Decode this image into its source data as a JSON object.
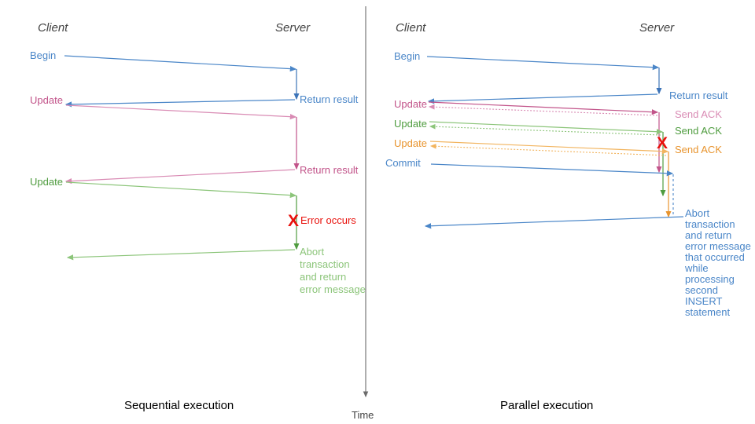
{
  "figure": {
    "background": "#ffffff",
    "divider_color": "#6b6b6b",
    "time_axis": {
      "label": "Time",
      "color": "#6b6b6b"
    }
  },
  "colors": {
    "blue": "#4a86c8",
    "blue_dark": "#3d74b8",
    "pink": "#c2548a",
    "pink_light": "#d98bb4",
    "green": "#4f9c3f",
    "green_light": "#8cc57a",
    "orange": "#e8942e",
    "orange_light": "#f2b45e",
    "red": "#e8110c",
    "actor_text": "#434343",
    "caption_text": "#000000"
  },
  "panels": [
    {
      "id": "sequential",
      "caption": "Sequential execution",
      "client_label": "Client",
      "server_label": "Server",
      "error_marker": {
        "glyph": "X",
        "label": "Error occurs"
      },
      "messages": [
        {
          "label": "Begin",
          "color": "blue",
          "dir": "request"
        },
        {
          "label": "Return result",
          "color": "blue",
          "dir": "response"
        },
        {
          "label": "Update",
          "color": "pink",
          "dir": "request"
        },
        {
          "label": "Return result",
          "color": "pink",
          "dir": "response"
        },
        {
          "label": "Update",
          "color": "green",
          "dir": "request"
        }
      ],
      "abort_block": {
        "color": "green",
        "lines": [
          "Abort",
          "transaction",
          "and return",
          "error message"
        ]
      }
    },
    {
      "id": "parallel",
      "caption": "Parallel execution",
      "client_label": "Client",
      "server_label": "Server",
      "error_marker": {
        "glyph": "X",
        "label": ""
      },
      "messages": [
        {
          "label": "Begin",
          "color": "blue",
          "dir": "request"
        },
        {
          "label": "Return result",
          "color": "blue",
          "dir": "response"
        },
        {
          "label": "Update",
          "color": "pink",
          "dir": "request"
        },
        {
          "label": "Send ACK",
          "color": "pink",
          "dir": "response"
        },
        {
          "label": "Update",
          "color": "green",
          "dir": "request"
        },
        {
          "label": "Send ACK",
          "color": "green",
          "dir": "response"
        },
        {
          "label": "Update",
          "color": "orange",
          "dir": "request"
        },
        {
          "label": "Send ACK",
          "color": "orange",
          "dir": "response"
        },
        {
          "label": "Commit",
          "color": "blue",
          "dir": "request"
        }
      ],
      "abort_block": {
        "color": "blue",
        "lines": [
          "Abort",
          "transaction",
          "and return",
          "error message",
          "that occurred",
          "while",
          "processing",
          "second",
          "INSERT",
          "statement"
        ]
      }
    }
  ]
}
